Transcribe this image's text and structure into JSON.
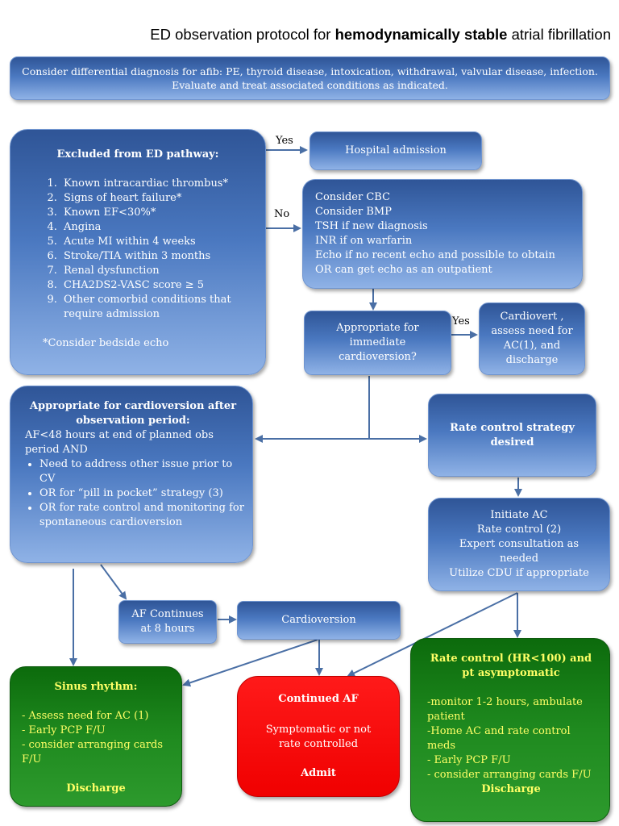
{
  "title": {
    "prefix": "ED observation protocol for ",
    "bold": "hemodynamically stable",
    "suffix": " atrial fibrillation"
  },
  "differential": "Consider differential diagnosis for afib: PE, thyroid disease, intoxication, withdrawal, valvular disease, infection.  Evaluate and treat associated conditions as indicated.",
  "excluded": {
    "heading": "Excluded from ED pathway:",
    "items": [
      "Known intracardiac thrombus*",
      "Signs of heart failure*",
      "Known EF<30%*",
      "Angina",
      "Acute MI within 4 weeks",
      "Stroke/TIA within 3 months",
      "Renal dysfunction",
      "CHA2DS2-VASC score ≥ 5",
      "Other comorbid conditions that require admission"
    ],
    "note": "*Consider bedside echo"
  },
  "labels": {
    "yes1": "Yes",
    "no1": "No",
    "yes2": "Yes"
  },
  "admission": "Hospital admission",
  "workup": [
    "Consider CBC",
    "Consider BMP",
    "TSH if new diagnosis",
    "INR if on warfarin",
    "Echo if no recent echo and possible to obtain",
    "OR  can get echo as an outpatient"
  ],
  "immediate": "Appropriate for immediate cardioversion?",
  "cardiovert_discharge": "Cardiovert , assess need for AC(1), and discharge",
  "obs": {
    "heading": "Appropriate for cardioversion after observation period:",
    "intro": "AF<48 hours at end of planned obs period AND",
    "bullets": [
      "Need to address other issue prior to CV",
      "OR for “pill in pocket” strategy (3)",
      "OR for rate control and monitoring for spontaneous cardioversion"
    ]
  },
  "rate_strategy": "Rate control strategy desired",
  "initiate": [
    "Initiate AC",
    "Rate control (2)",
    "Expert consultation as needed",
    "Utilize CDU if appropriate"
  ],
  "af_continues": "AF Continues at 8 hours",
  "cardioversion": "Cardioversion",
  "sinus": {
    "heading": "Sinus rhythm:",
    "lines": [
      "- Assess need for AC (1)",
      "- Early PCP F/U",
      "- consider arranging cards F/U"
    ],
    "footer": "Discharge"
  },
  "continued": {
    "heading": "Continued AF",
    "body": "Symptomatic or not rate controlled",
    "footer": "Admit"
  },
  "rate_ok": {
    "heading": "Rate control (HR<100) and pt asymptomatic",
    "lines": [
      "-monitor 1-2 hours, ambulate patient",
      "-Home AC and rate control meds",
      "- Early PCP F/U",
      "- consider arranging cards F/U"
    ],
    "footer": "Discharge"
  },
  "colors": {
    "blue_dark": "#2f5597",
    "blue_light": "#8fb2e6",
    "green": "#1f8a1f",
    "red": "#ff0000",
    "text_yellow": "#ffff66",
    "arrow": "#4a6fa5"
  }
}
